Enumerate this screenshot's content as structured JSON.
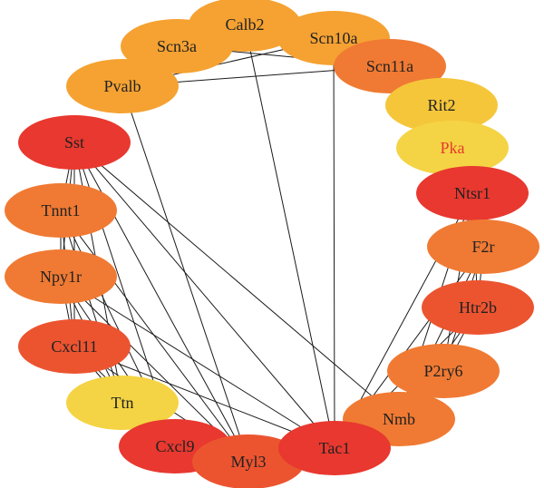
{
  "colors": {
    "red": "#e8382f",
    "red_orange": "#ec5430",
    "orange": "#f07a33",
    "light_orange": "#f5a232",
    "yellow_orange": "#f5c63a",
    "yellow": "#f4d444",
    "label": "#222222",
    "highlight_label": "#e8382f"
  },
  "nodes": [
    {
      "id": "calb2",
      "label": "Calb2",
      "color": "light_orange"
    },
    {
      "id": "scn10a",
      "label": "Scn10a",
      "color": "light_orange"
    },
    {
      "id": "scn3a",
      "label": "Scn3a",
      "color": "light_orange"
    },
    {
      "id": "scn11a",
      "label": "Scn11a",
      "color": "orange"
    },
    {
      "id": "pvalb",
      "label": "Pvalb",
      "color": "light_orange"
    },
    {
      "id": "rit2",
      "label": "Rit2",
      "color": "yellow_orange"
    },
    {
      "id": "sst",
      "label": "Sst",
      "color": "red"
    },
    {
      "id": "pka",
      "label": "Pka",
      "color": "yellow",
      "highlight": true
    },
    {
      "id": "ntsr1",
      "label": "Ntsr1",
      "color": "red"
    },
    {
      "id": "tnnt1",
      "label": "Tnnt1",
      "color": "orange"
    },
    {
      "id": "f2r",
      "label": "F2r",
      "color": "orange"
    },
    {
      "id": "npy1r",
      "label": "Npy1r",
      "color": "orange"
    },
    {
      "id": "htr2b",
      "label": "Htr2b",
      "color": "red_orange"
    },
    {
      "id": "cxcl11",
      "label": "Cxcl11",
      "color": "red_orange"
    },
    {
      "id": "p2ry6",
      "label": "P2ry6",
      "color": "orange"
    },
    {
      "id": "ttn",
      "label": "Ttn",
      "color": "yellow"
    },
    {
      "id": "nmb",
      "label": "Nmb",
      "color": "orange"
    },
    {
      "id": "cxcl9",
      "label": "Cxcl9",
      "color": "red"
    },
    {
      "id": "myl3",
      "label": "Myl3",
      "color": "red_orange"
    },
    {
      "id": "tac1",
      "label": "Tac1",
      "color": "red"
    }
  ],
  "edges": [
    [
      "pvalb",
      "calb2"
    ],
    [
      "pvalb",
      "scn10a"
    ],
    [
      "pvalb",
      "scn11a"
    ],
    [
      "scn3a",
      "calb2"
    ],
    [
      "scn3a",
      "scn10a"
    ],
    [
      "scn3a",
      "scn11a"
    ],
    [
      "calb2",
      "scn10a"
    ],
    [
      "calb2",
      "scn11a"
    ],
    [
      "calb2",
      "tac1"
    ],
    [
      "scn10a",
      "tac1"
    ],
    [
      "pvalb",
      "myl3"
    ],
    [
      "sst",
      "tac1"
    ],
    [
      "sst",
      "nmb"
    ],
    [
      "sst",
      "cxcl9"
    ],
    [
      "sst",
      "myl3"
    ],
    [
      "sst",
      "ttn"
    ],
    [
      "sst",
      "npy1r"
    ],
    [
      "sst",
      "cxcl11"
    ],
    [
      "sst",
      "tnnt1"
    ],
    [
      "tnnt1",
      "npy1r"
    ],
    [
      "tnnt1",
      "cxcl11"
    ],
    [
      "tnnt1",
      "ttn"
    ],
    [
      "tnnt1",
      "cxcl9"
    ],
    [
      "tnnt1",
      "myl3"
    ],
    [
      "npy1r",
      "cxcl11"
    ],
    [
      "npy1r",
      "ttn"
    ],
    [
      "npy1r",
      "cxcl9"
    ],
    [
      "npy1r",
      "myl3"
    ],
    [
      "npy1r",
      "tac1"
    ],
    [
      "cxcl11",
      "ttn"
    ],
    [
      "cxcl11",
      "cxcl9"
    ],
    [
      "cxcl11",
      "myl3"
    ],
    [
      "cxcl11",
      "tac1"
    ],
    [
      "ttn",
      "cxcl9"
    ],
    [
      "ttn",
      "myl3"
    ],
    [
      "cxcl9",
      "tac1"
    ],
    [
      "ntsr1",
      "f2r"
    ],
    [
      "ntsr1",
      "htr2b"
    ],
    [
      "ntsr1",
      "p2ry6"
    ],
    [
      "ntsr1",
      "nmb"
    ],
    [
      "ntsr1",
      "tac1"
    ],
    [
      "f2r",
      "htr2b"
    ],
    [
      "f2r",
      "p2ry6"
    ],
    [
      "f2r",
      "nmb"
    ],
    [
      "f2r",
      "tac1"
    ],
    [
      "htr2b",
      "p2ry6"
    ],
    [
      "htr2b",
      "nmb"
    ],
    [
      "htr2b",
      "tac1"
    ],
    [
      "p2ry6",
      "nmb"
    ],
    [
      "p2ry6",
      "tac1"
    ],
    [
      "nmb",
      "tac1"
    ]
  ]
}
